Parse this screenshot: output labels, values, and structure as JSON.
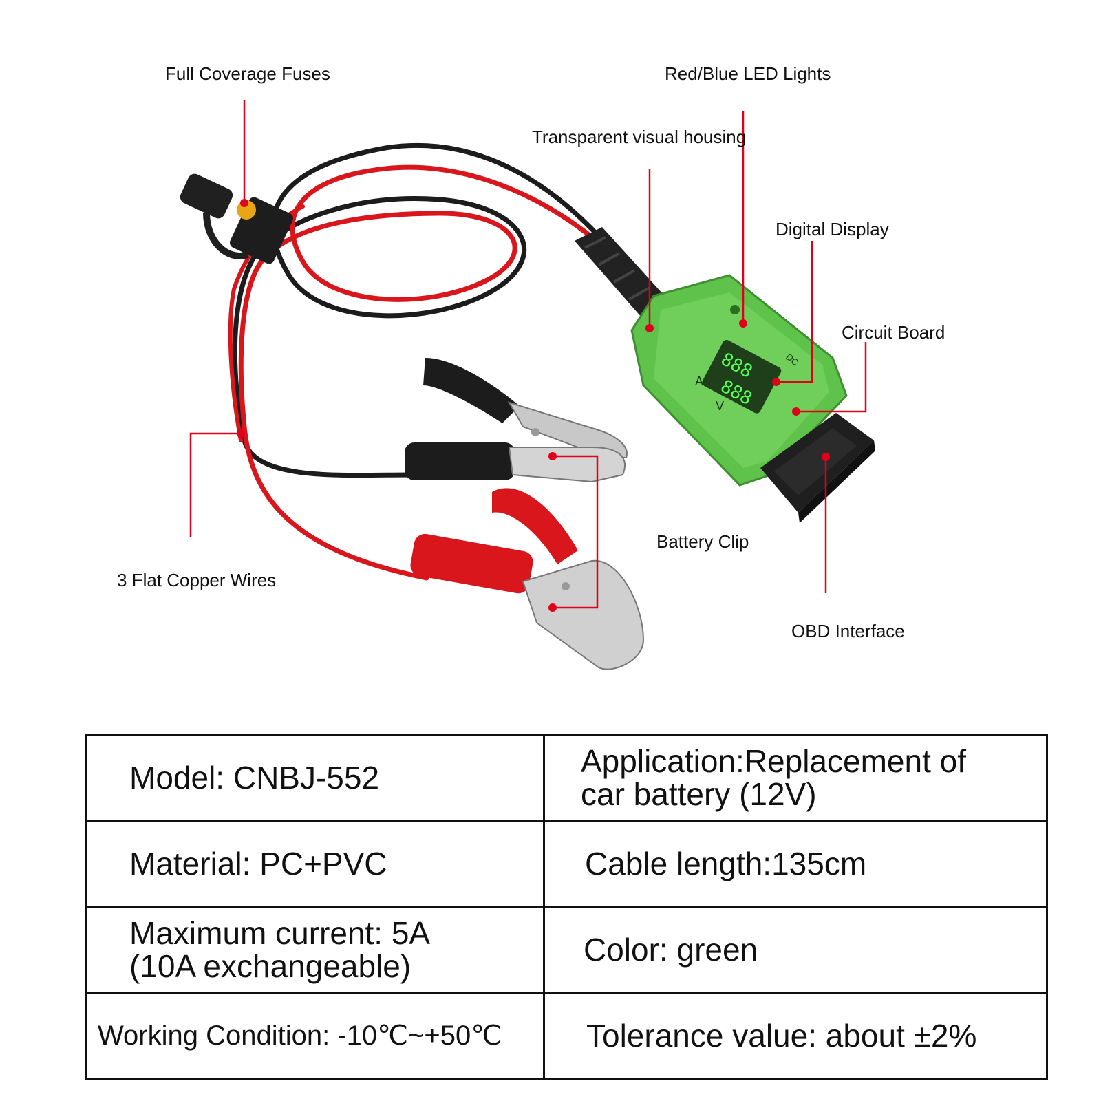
{
  "callouts": {
    "full_coverage_fuses": "Full Coverage Fuses",
    "red_blue_led_lights": "Red/Blue LED Lights",
    "transparent_visual_housing": "Transparent visual housing",
    "digital_display": "Digital Display",
    "circuit_board": "Circuit Board",
    "battery_clip": "Battery Clip",
    "three_flat_copper_wires": "3 Flat Copper Wires",
    "obd_interface": "OBD Interface"
  },
  "device_marks": {
    "display_digits_top": "888",
    "display_digits_bottom": "888",
    "unit_a": "A",
    "unit_v": "V",
    "dc_mark": "DC"
  },
  "colors": {
    "callout_line": "#e0001b",
    "housing_green": "#5fc24a",
    "wire_red": "#d9161c",
    "wire_black": "#1a1a1a"
  },
  "specs": {
    "model": "Model: CNBJ-552",
    "application": "Application:Replacement of\ncar battery (12V)",
    "material": "Material: PC+PVC",
    "cable_length": "Cable length:135cm",
    "max_current": "Maximum current: 5A\n(10A exchangeable)",
    "color": "Color: green",
    "working_condition": "Working Condition: -10℃~+50℃",
    "tolerance": "Tolerance value: about ±2%"
  }
}
